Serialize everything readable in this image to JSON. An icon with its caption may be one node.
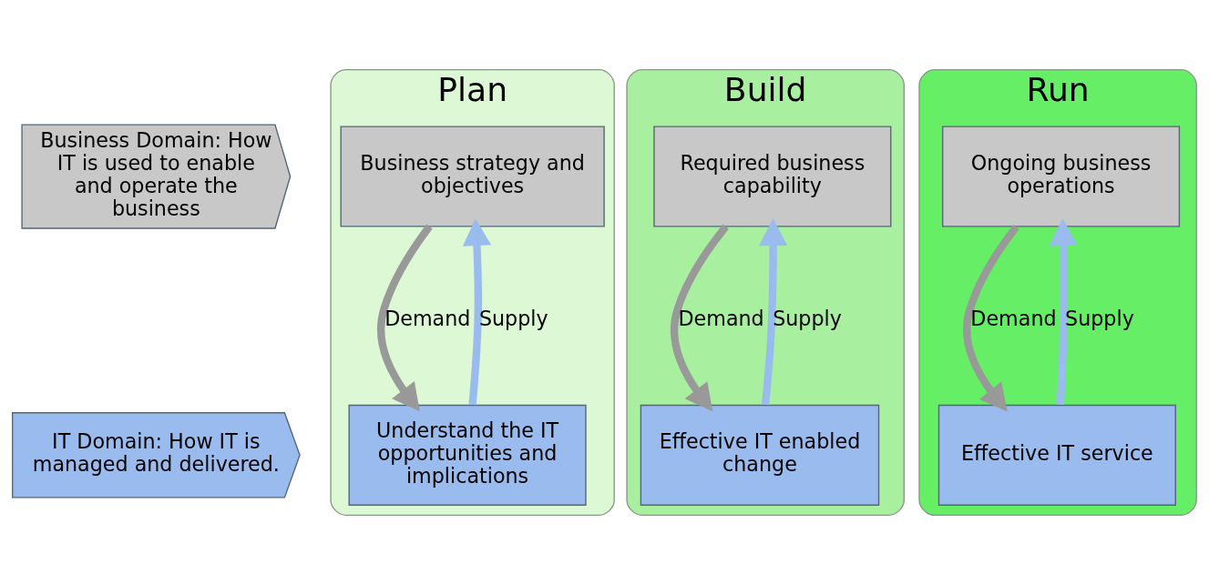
{
  "diagram": {
    "nodes": [
      {
        "text": [
          "Business Domain: How IT is used to enable and operate the business"
        ]
      },
      {
        "text": [
          "IT Domain: How IT is managed and delivered."
        ]
      },
      {
        "text": [
          "Plan"
        ]
      },
      {
        "text": [
          "Business strategy and objectives"
        ],
        "in": 2
      },
      {
        "text": [
          "Understand the IT opportunities and implications"
        ],
        "in": 2
      },
      {
        "text": [
          "Build"
        ]
      },
      {
        "text": [
          "Required business capability"
        ],
        "in": 5
      },
      {
        "text": [
          "Effective IT enabled change"
        ],
        "in": 5
      },
      {
        "text": [
          "Run"
        ]
      },
      {
        "text": [
          "Ongoing business operations"
        ],
        "in": 8
      },
      {
        "text": [
          "Effective IT service"
        ],
        "in": 8
      }
    ],
    "edges": [
      {
        "from": 3,
        "to": 4,
        "arrow": "to",
        "label": "Demand"
      },
      {
        "from": 4,
        "to": 3,
        "arrow": "to",
        "label": "Supply",
        "color": "#99bbee"
      },
      {
        "from": 6,
        "to": 7,
        "arrow": "to",
        "label": "Demand"
      },
      {
        "from": 7,
        "to": 6,
        "arrow": "to",
        "label": "Supply",
        "color": "#99bbee"
      },
      {
        "from": 9,
        "to": 10,
        "arrow": "to",
        "label": "Demand"
      },
      {
        "from": 10,
        "to": 9,
        "arrow": "to",
        "label": "Supply",
        "color": "#99bbee"
      }
    ]
  }
}
